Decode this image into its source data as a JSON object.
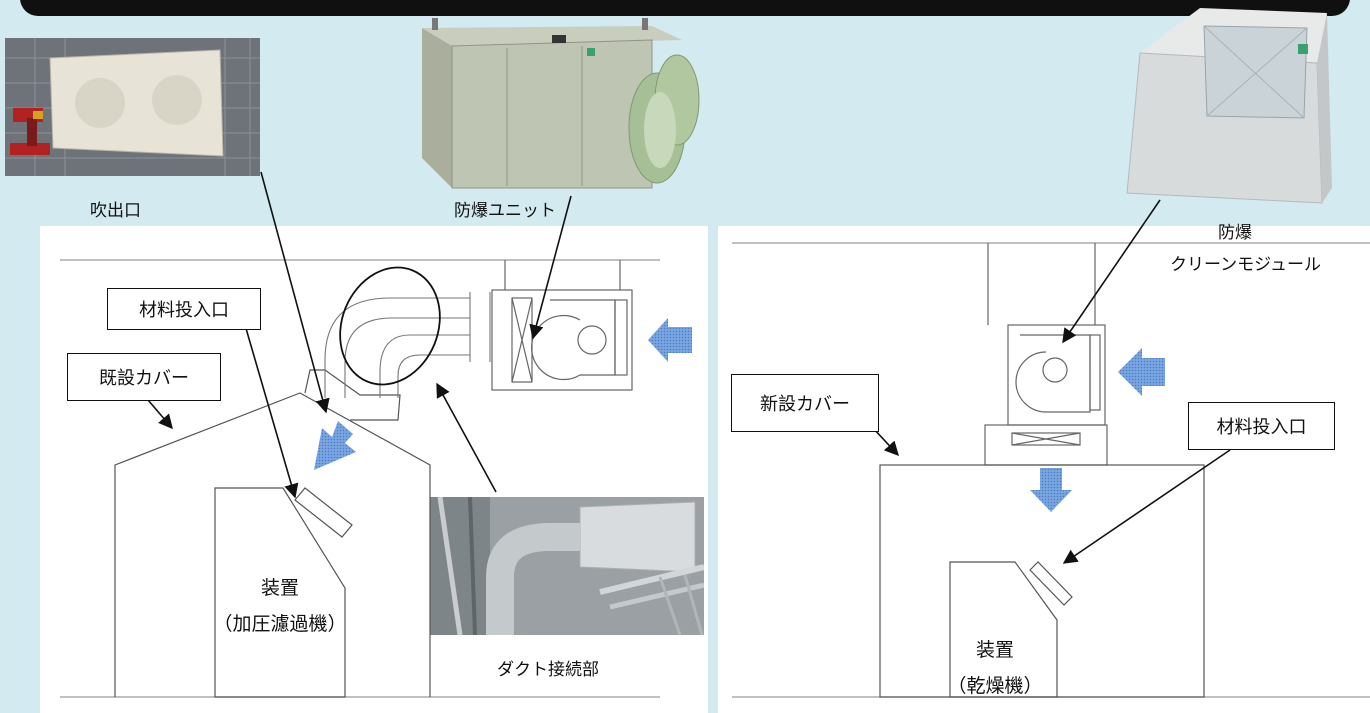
{
  "colors": {
    "background": "#d3eaf0",
    "panel": "#ffffff",
    "airflow_arrow": "#5b8ed6",
    "line": "#222222"
  },
  "photos": {
    "outlet": "吹出口",
    "explosion_proof_unit": "防爆ユニット",
    "clean_module_line1": "防爆",
    "clean_module_line2": "クリーンモジュール",
    "duct_connection": "ダクト接続部"
  },
  "left_diagram": {
    "material_inlet": "材料投入口",
    "existing_cover": "既設カバー",
    "device_line1": "装置",
    "device_line2": "（加圧濾過機）"
  },
  "right_diagram": {
    "new_cover": "新設カバー",
    "material_inlet": "材料投入口",
    "device_line1": "装置",
    "device_line2": "（乾燥機）"
  },
  "icons": [
    "airflow-arrow-icon",
    "fan-icon",
    "filter-icon"
  ]
}
